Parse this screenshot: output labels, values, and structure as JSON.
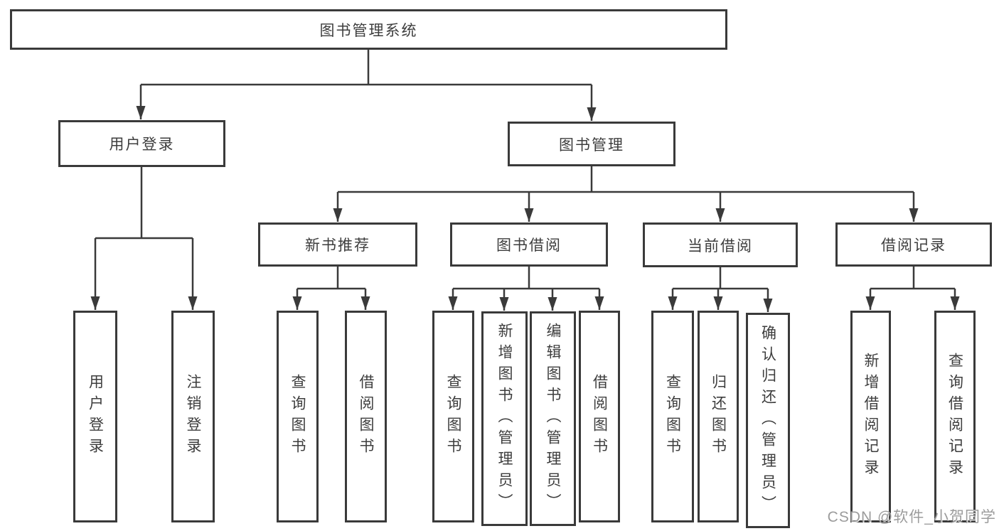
{
  "diagram": {
    "tree": {
      "label": "图书管理系统",
      "children": [
        {
          "label": "用户登录",
          "children": [
            {
              "label": "用户登录"
            },
            {
              "label": "注销登录"
            }
          ]
        },
        {
          "label": "图书管理",
          "children": [
            {
              "label": "新书推荐",
              "children": [
                {
                  "label": "查询图书"
                },
                {
                  "label": "借阅图书"
                }
              ]
            },
            {
              "label": "图书借阅",
              "children": [
                {
                  "label": "查询图书"
                },
                {
                  "label": "新增图书（管理员）"
                },
                {
                  "label": "编辑图书（管理员）"
                },
                {
                  "label": "借阅图书"
                }
              ]
            },
            {
              "label": "当前借阅",
              "children": [
                {
                  "label": "查询图书"
                },
                {
                  "label": "归还图书"
                },
                {
                  "label": "确认归还（管理员）"
                }
              ]
            },
            {
              "label": "借阅记录",
              "children": [
                {
                  "label": "新增借阅记录"
                },
                {
                  "label": "查询借阅记录"
                }
              ]
            }
          ]
        }
      ]
    }
  },
  "watermark": {
    "text": "CSDN @软件_小贺同学"
  },
  "colors": {
    "line": "#3a3a3a",
    "text": "#3d3d3d",
    "background": "#ffffff",
    "watermark": "#9c9c9c"
  }
}
